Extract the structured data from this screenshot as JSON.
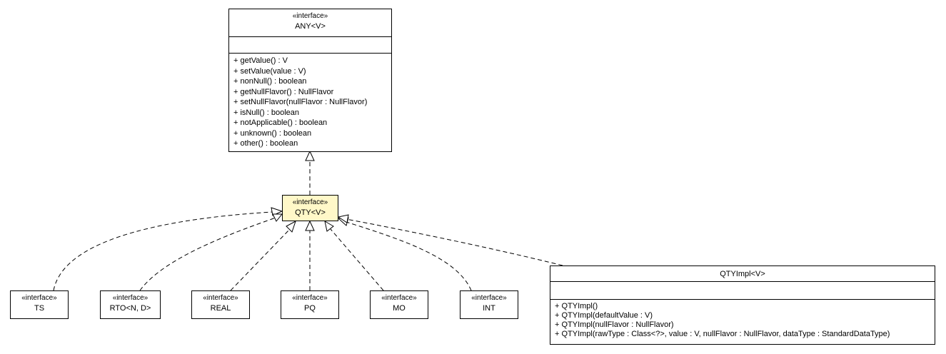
{
  "diagram": {
    "stereotype": "«interface»",
    "any": {
      "name": "ANY<V>",
      "operations": [
        "+ getValue() : V",
        "+ setValue(value : V)",
        "+ nonNull() : boolean",
        "+ getNullFlavor() : NullFlavor",
        "+ setNullFlavor(nullFlavor : NullFlavor)",
        "+ isNull() : boolean",
        "+ notApplicable() : boolean",
        "+ unknown() : boolean",
        "+ other() : boolean"
      ]
    },
    "qty": {
      "name": "QTY<V>"
    },
    "children": [
      {
        "name": "TS"
      },
      {
        "name": "RTO<N, D>"
      },
      {
        "name": "REAL"
      },
      {
        "name": "PQ"
      },
      {
        "name": "MO"
      },
      {
        "name": "INT"
      }
    ],
    "qtyimpl": {
      "name": "QTYImpl<V>",
      "operations": [
        "+ QTYImpl()",
        "+ QTYImpl(defaultValue : V)",
        "+ QTYImpl(nullFlavor : NullFlavor)",
        "+ QTYImpl(rawType : Class<?>, value : V, nullFlavor : NullFlavor, dataType : StandardDataType)"
      ]
    }
  }
}
